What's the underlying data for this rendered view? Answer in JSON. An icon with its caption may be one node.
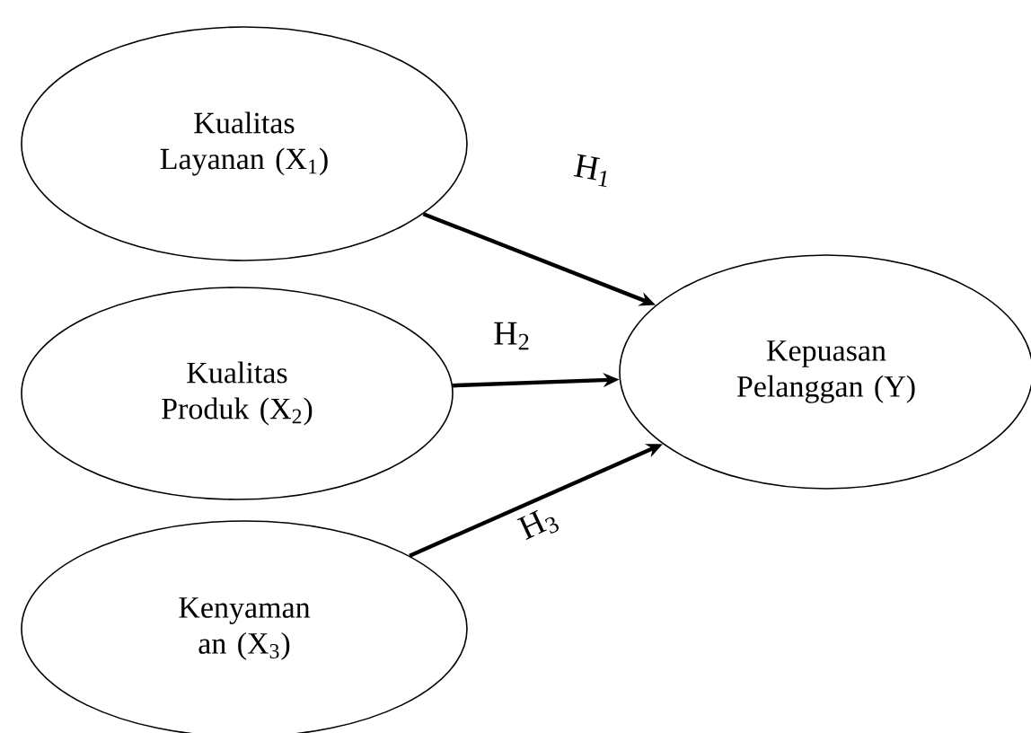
{
  "diagram": {
    "nodes": [
      {
        "text": [
          "Kualitas Layanan (X$_{1}$)"
        ]
      },
      {
        "text": [
          "Kualitas Produk (X$_{2}$)"
        ]
      },
      {
        "text": [
          "Kenyaman an (X$_{3}$)"
        ]
      },
      {
        "text": [
          "Kepuasan Pelanggan (Y)"
        ]
      }
    ],
    "edges": [
      {
        "from": 0,
        "to": 3,
        "arrow": "to",
        "label": "H$_{1}$"
      },
      {
        "from": 1,
        "to": 3,
        "arrow": "to",
        "label": "H$_{2}$"
      },
      {
        "from": 2,
        "to": 3,
        "arrow": "to",
        "label": "H$_{3}$"
      }
    ]
  }
}
